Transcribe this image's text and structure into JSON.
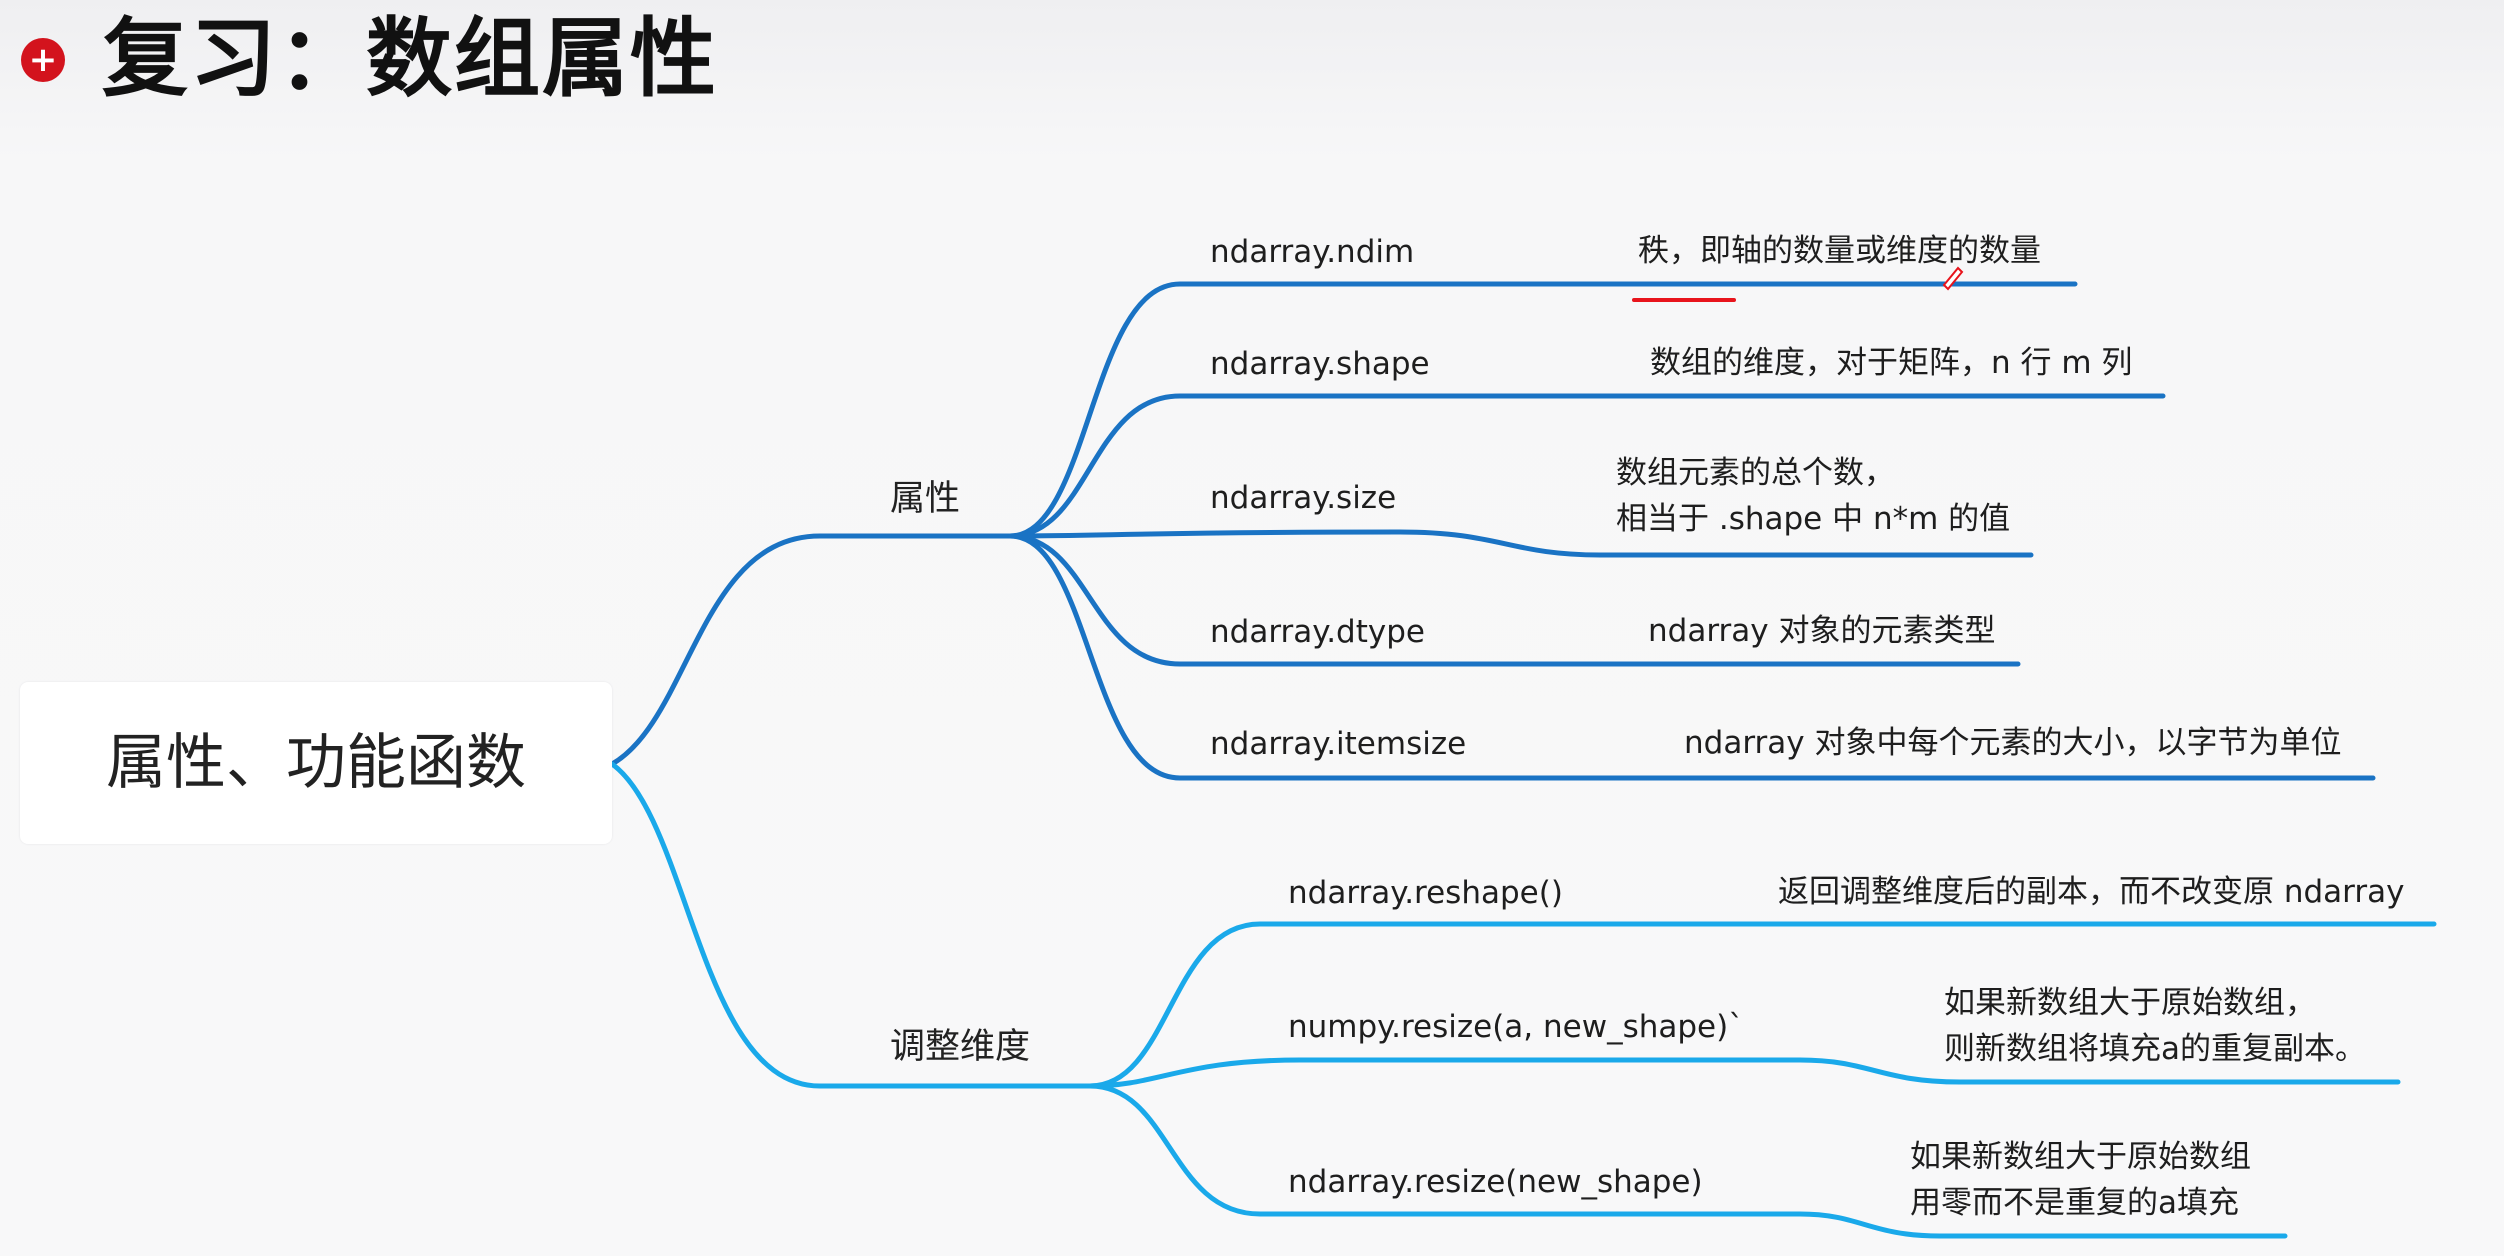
{
  "header": {
    "icon": "red-circle-plus-icon",
    "title": "复习：数组属性"
  },
  "diagram": {
    "root": "属性、功能函数",
    "branches": [
      {
        "label": "属性",
        "color": "#1a73c4",
        "children": [
          {
            "name": "ndarray.ndim",
            "desc": [
              "秩，即轴的数量或维度的数量"
            ]
          },
          {
            "name": "ndarray.shape",
            "desc": [
              "数组的维度，对于矩阵，n 行 m 列"
            ]
          },
          {
            "name": "ndarray.size",
            "desc": [
              "数组元素的总个数，",
              "相当于 .shape 中 n*m 的值"
            ]
          },
          {
            "name": "ndarray.dtype",
            "desc": [
              "ndarray 对象的元素类型"
            ]
          },
          {
            "name": "ndarray.itemsize",
            "desc": [
              "ndarray 对象中每个元素的大小，以字节为单位"
            ]
          }
        ]
      },
      {
        "label": "调整维度",
        "color": "#1aa9ea",
        "children": [
          {
            "name": "ndarray.reshape()",
            "desc": [
              "返回调整维度后的副本，而不改变原 ndarray"
            ]
          },
          {
            "name": "numpy.resize(a, new_shape)`",
            "desc": [
              "如果新数组大于原始数组，",
              "则新数组将填充a的重复副本。"
            ]
          },
          {
            "name": "ndarray.resize(new_shape)",
            "desc": [
              "如果新数组大于原始数组",
              "用零而不是重复的a填充"
            ]
          }
        ]
      }
    ],
    "annotation_color": "#e8141c"
  }
}
